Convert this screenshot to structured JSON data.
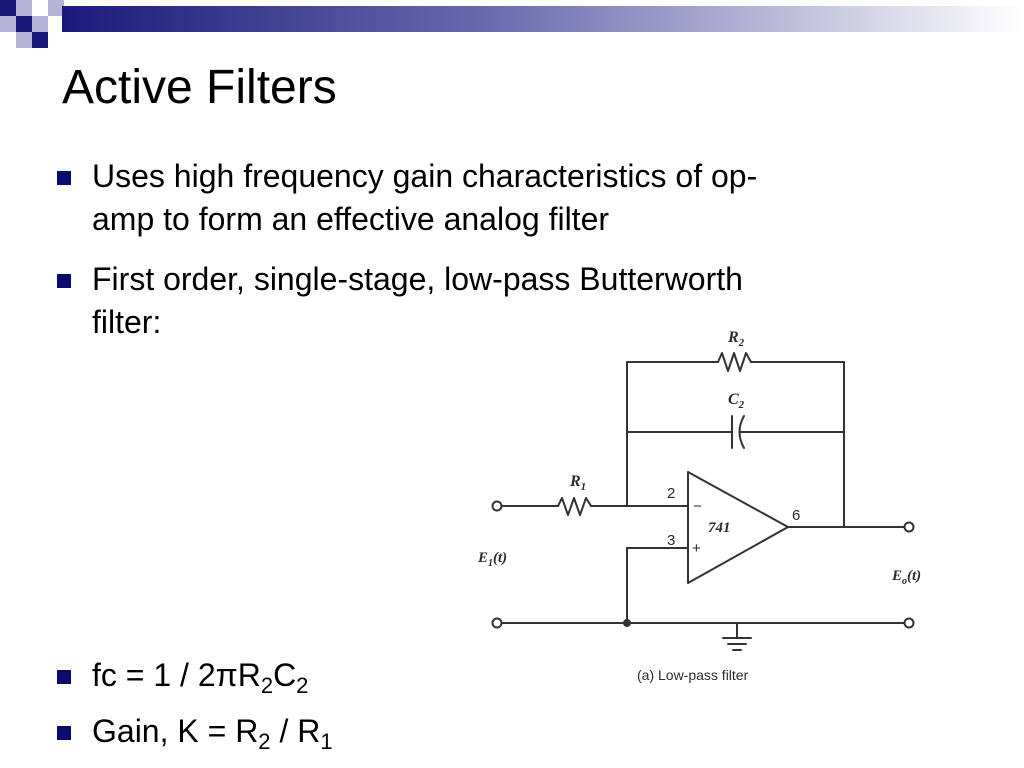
{
  "slide": {
    "title": "Active Filters",
    "bullets": [
      {
        "line1": "Uses high frequency gain characteristics of op-",
        "line2": "amp to form an effective analog filter"
      },
      {
        "line1": "First order, single-stage, low-pass Butterworth",
        "line2": "filter:"
      }
    ],
    "formula_fc": {
      "lhs": "fc = 1 / 2",
      "pi": "π",
      "r": "R",
      "r_sub": "2",
      "c": "C",
      "c_sub": "2"
    },
    "formula_gain": {
      "lhs": "Gain, K = R",
      "r2_sub": "2",
      "mid": " / R",
      "r1_sub": "1"
    }
  },
  "circuit": {
    "r2_label": "R",
    "r2_sub": "2",
    "c2_label": "C",
    "c2_sub": "2",
    "r1_label": "R",
    "r1_sub": "1",
    "pin_inverting": "2",
    "pin_noninverting": "3",
    "pin_output": "6",
    "opamp_label": "741",
    "minus_sign": "−",
    "plus_sign": "+",
    "input_label": "E",
    "input_sub": "1",
    "input_arg": "(t)",
    "output_label": "E",
    "output_sub": "o",
    "output_arg": "(t)",
    "caption": "(a) Low-pass filter"
  },
  "colors": {
    "accent_navy": "#0a0a6b",
    "header_bar": "#1a1a7a",
    "checker_light": "#b4b4d6",
    "wire": "#333333"
  },
  "icons": {
    "bullet": "filled-square-icon",
    "ground": "ground-symbol-icon"
  }
}
